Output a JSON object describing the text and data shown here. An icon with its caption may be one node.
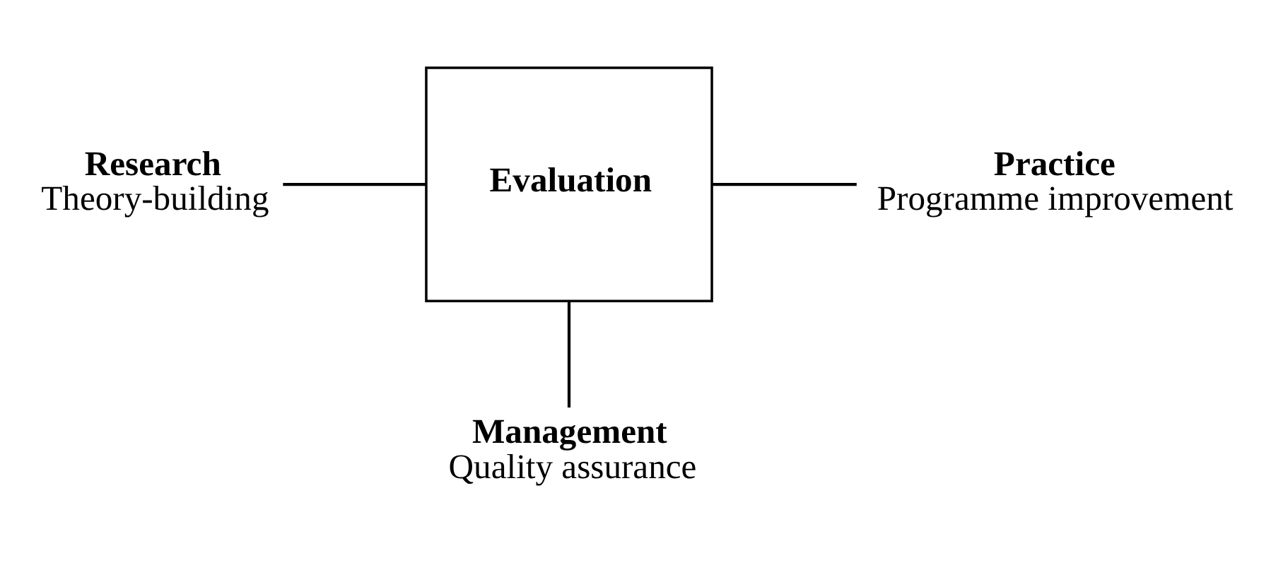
{
  "diagram": {
    "nodes": [
      {
        "text": [
          "Evaluation"
        ]
      },
      {
        "text": [
          "Research",
          "Theory-building"
        ]
      },
      {
        "text": [
          "Practice",
          "Programme improvement"
        ]
      },
      {
        "text": [
          "Management",
          "Quality assurance"
        ]
      }
    ],
    "edges": [
      {
        "from": 1,
        "to": 0,
        "arrow": "none"
      },
      {
        "from": 0,
        "to": 2,
        "arrow": "none"
      },
      {
        "from": 0,
        "to": 3,
        "arrow": "none"
      }
    ]
  }
}
